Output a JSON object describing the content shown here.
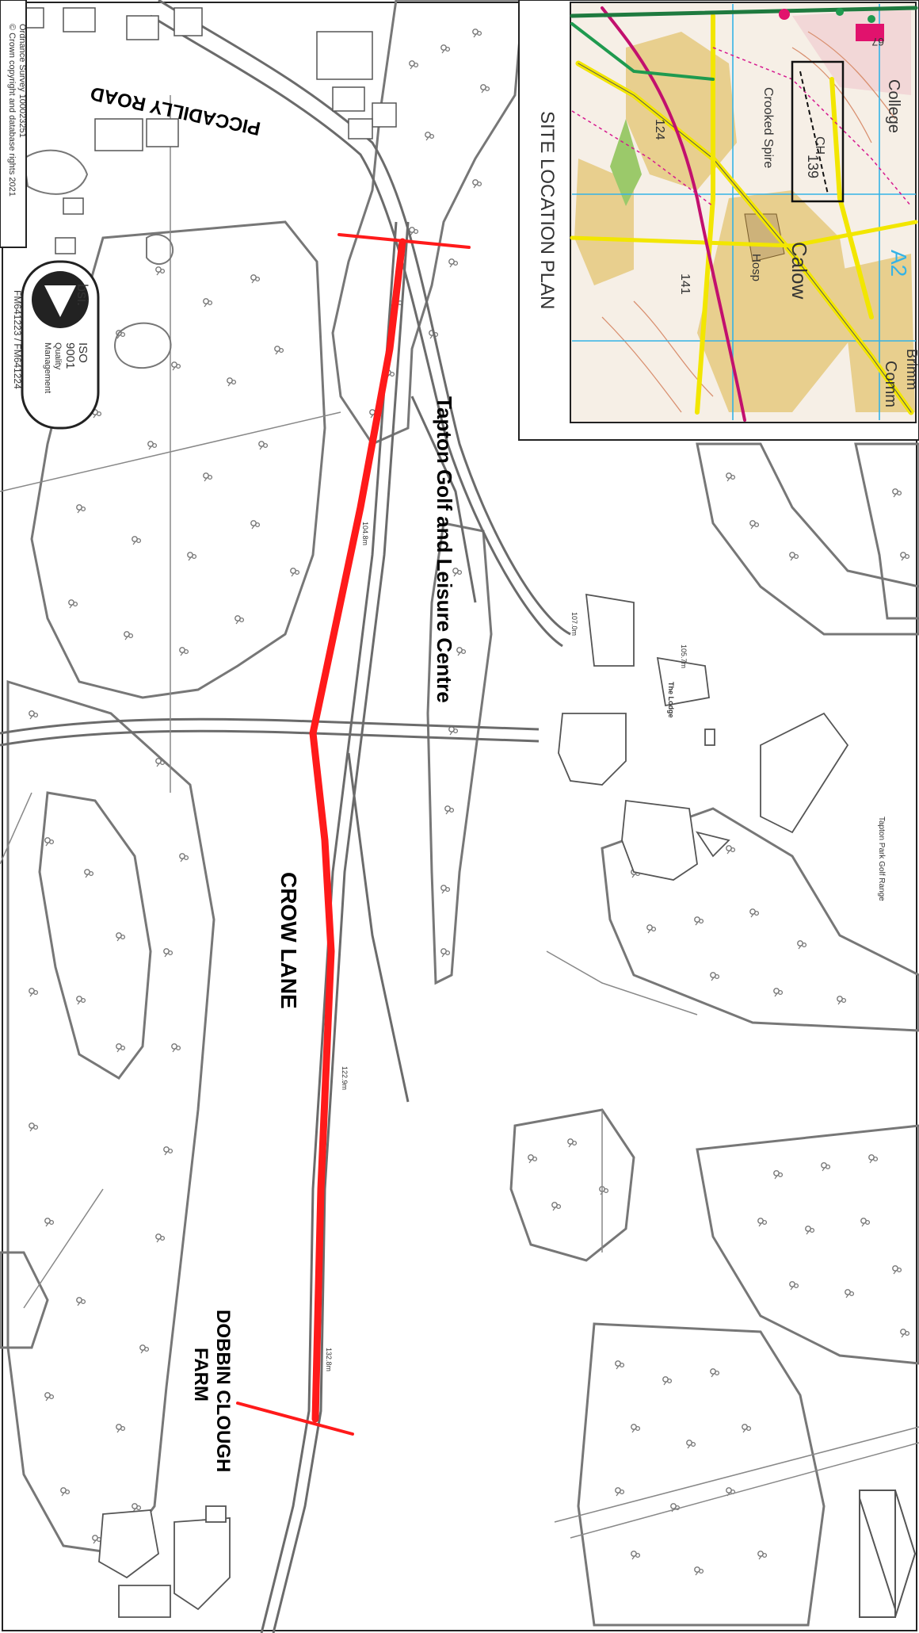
{
  "labels": {
    "road_piccadilly": "PICCADILLY ROAD",
    "road_crow": "CROW LANE",
    "venue_tapton": "Tapton Golf and Leisure Centre",
    "farm_line1": "DOBBIN CLOUGH",
    "farm_line2": "FARM",
    "range": "Tapton Park Golf Range",
    "lodge": "The Lodge",
    "spot_1": "104.8m",
    "spot_2": "107.0m",
    "spot_3": "122.9m",
    "spot_4": "132.8m",
    "spot_5": "105.7m"
  },
  "copyright": {
    "line1": "© Crown copyright and database rights 2021",
    "line2": "Ordnance Survey 100023251"
  },
  "cert": {
    "brand": "bsi.",
    "iso": "ISO",
    "number": "9001",
    "quality": "Quality",
    "management": "Management",
    "codes": "FM641223 / FM641224"
  },
  "inset": {
    "title": "SITE LOCATION PLAN",
    "college": "College",
    "calow": "Calow",
    "crooked": "Crooked Spire",
    "hosp": "Hosp",
    "ch": "CH",
    "n139": "139",
    "n141": "141",
    "n124": "124",
    "brimm": "Brimm",
    "comm": "Comm",
    "a2": "A2",
    "n67": "67"
  },
  "colors": {
    "site_line": "#ff1a1a",
    "map_lines": "#6b6b6b",
    "inset_water": "#35b3e6",
    "inset_urban": "#e8cf8e",
    "inset_road": "#f2e600"
  }
}
